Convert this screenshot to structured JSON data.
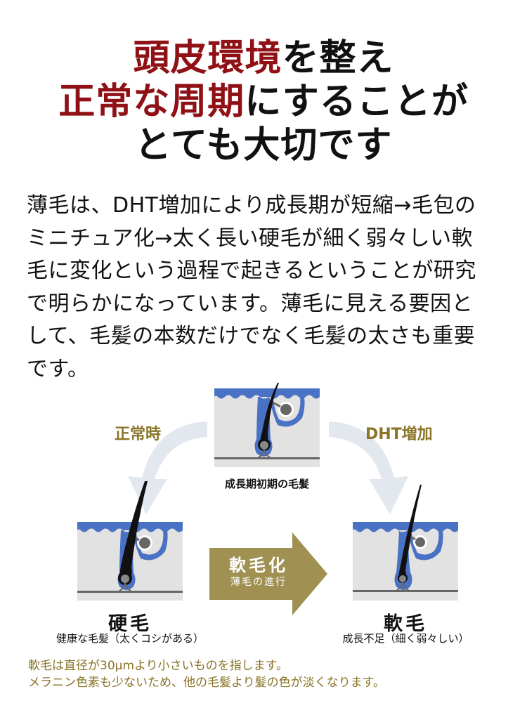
{
  "headline": {
    "line1": [
      {
        "text": "頭皮環境",
        "color": "red"
      },
      {
        "text": "を整え",
        "color": "black"
      }
    ],
    "line2": [
      {
        "text": "正常な周期",
        "color": "red"
      },
      {
        "text": "にすることが",
        "color": "black"
      }
    ],
    "line3": [
      {
        "text": "とても大切です",
        "color": "black"
      }
    ]
  },
  "body": {
    "lines": [
      "薄毛は、DHT増加により成長期が短縮→毛包の",
      "ミニチュア化→太く長い硬毛が細く弱々しい軟",
      "毛に変化という過程で起きるということが研究",
      "で明らかになっています。薄毛に見える要因と",
      "して、毛髪の本数だけでなく毛髪の太さも重要",
      "です。"
    ]
  },
  "diagram": {
    "top": {
      "caption": "成長期初期の毛髪"
    },
    "left_arrow_label": "正常時",
    "right_arrow_label": "DHT増加",
    "left": {
      "title": "硬毛",
      "subtitle": "健康な毛髪（太くコシがある）"
    },
    "right": {
      "title": "軟毛",
      "subtitle": "成長不足（細く弱々しい）"
    },
    "center_arrow": {
      "title": "軟毛化",
      "subtitle": "薄毛の進行"
    }
  },
  "note": {
    "lines": [
      "軟毛は直径が30μmより小さいものを指します。",
      "メラニン色素も少ないため、他の毛髪より髪の色が淡くなります。"
    ]
  },
  "colors": {
    "accent_red": "#8f1116",
    "gold": "#8a7427",
    "arrow_gold": "#a09152",
    "skin_blue": "#4a72c4",
    "skin_gray": "#e2e2e2",
    "curve_arrow": "#e3e8ef"
  }
}
